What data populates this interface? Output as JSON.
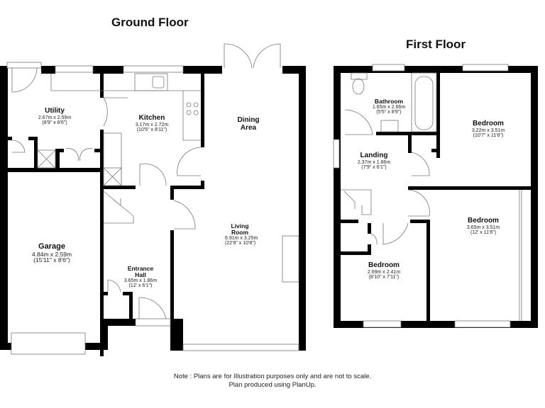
{
  "titles": {
    "ground_floor": "Ground Floor",
    "first_floor": "First Floor"
  },
  "ground_floor": {
    "rooms": [
      {
        "name": "Utility",
        "metric": "2.67m x 2.59m",
        "imperial": "(8'9\" x 8'6\")"
      },
      {
        "name": "Kitchen",
        "metric": "3.17m x 2.72m",
        "imperial": "(10'5\" x 8'11\")"
      },
      {
        "name": "Dining Area",
        "metric": "",
        "imperial": ""
      },
      {
        "name": "Garage",
        "metric": "4.84m x 2.59m",
        "imperial": "(15'11\" x 8'6\")"
      },
      {
        "name": "Living Room",
        "metric": "6.91m x 3.25m",
        "imperial": "(22'8\" x 10'8\")"
      },
      {
        "name": "Entrance Hall",
        "metric": "3.65m x 1.86m",
        "imperial": "(12' x 6'1\")"
      }
    ]
  },
  "first_floor": {
    "rooms": [
      {
        "name": "Bathroom",
        "metric": "1.65m x 2.66m",
        "imperial": "(5'5\" x 8'9\")"
      },
      {
        "name": "Bedroom",
        "metric": "3.22m x 3.51m",
        "imperial": "(10'7\" x 11'6\")"
      },
      {
        "name": "Landing",
        "metric": "2.37m x 1.86m",
        "imperial": "(7'9\" x 6'1\")"
      },
      {
        "name": "Bedroom",
        "metric": "3.65m x 3.51m",
        "imperial": "(12' x 11'6\")"
      },
      {
        "name": "Bedroom",
        "metric": "2.69m x 2.41m",
        "imperial": "(8'10\" x 7'11\")"
      }
    ]
  },
  "note": {
    "line1": "Note : Plans are for Illustration purposes only and are not to scale.",
    "line2": "Plan produced using PlanUp."
  }
}
